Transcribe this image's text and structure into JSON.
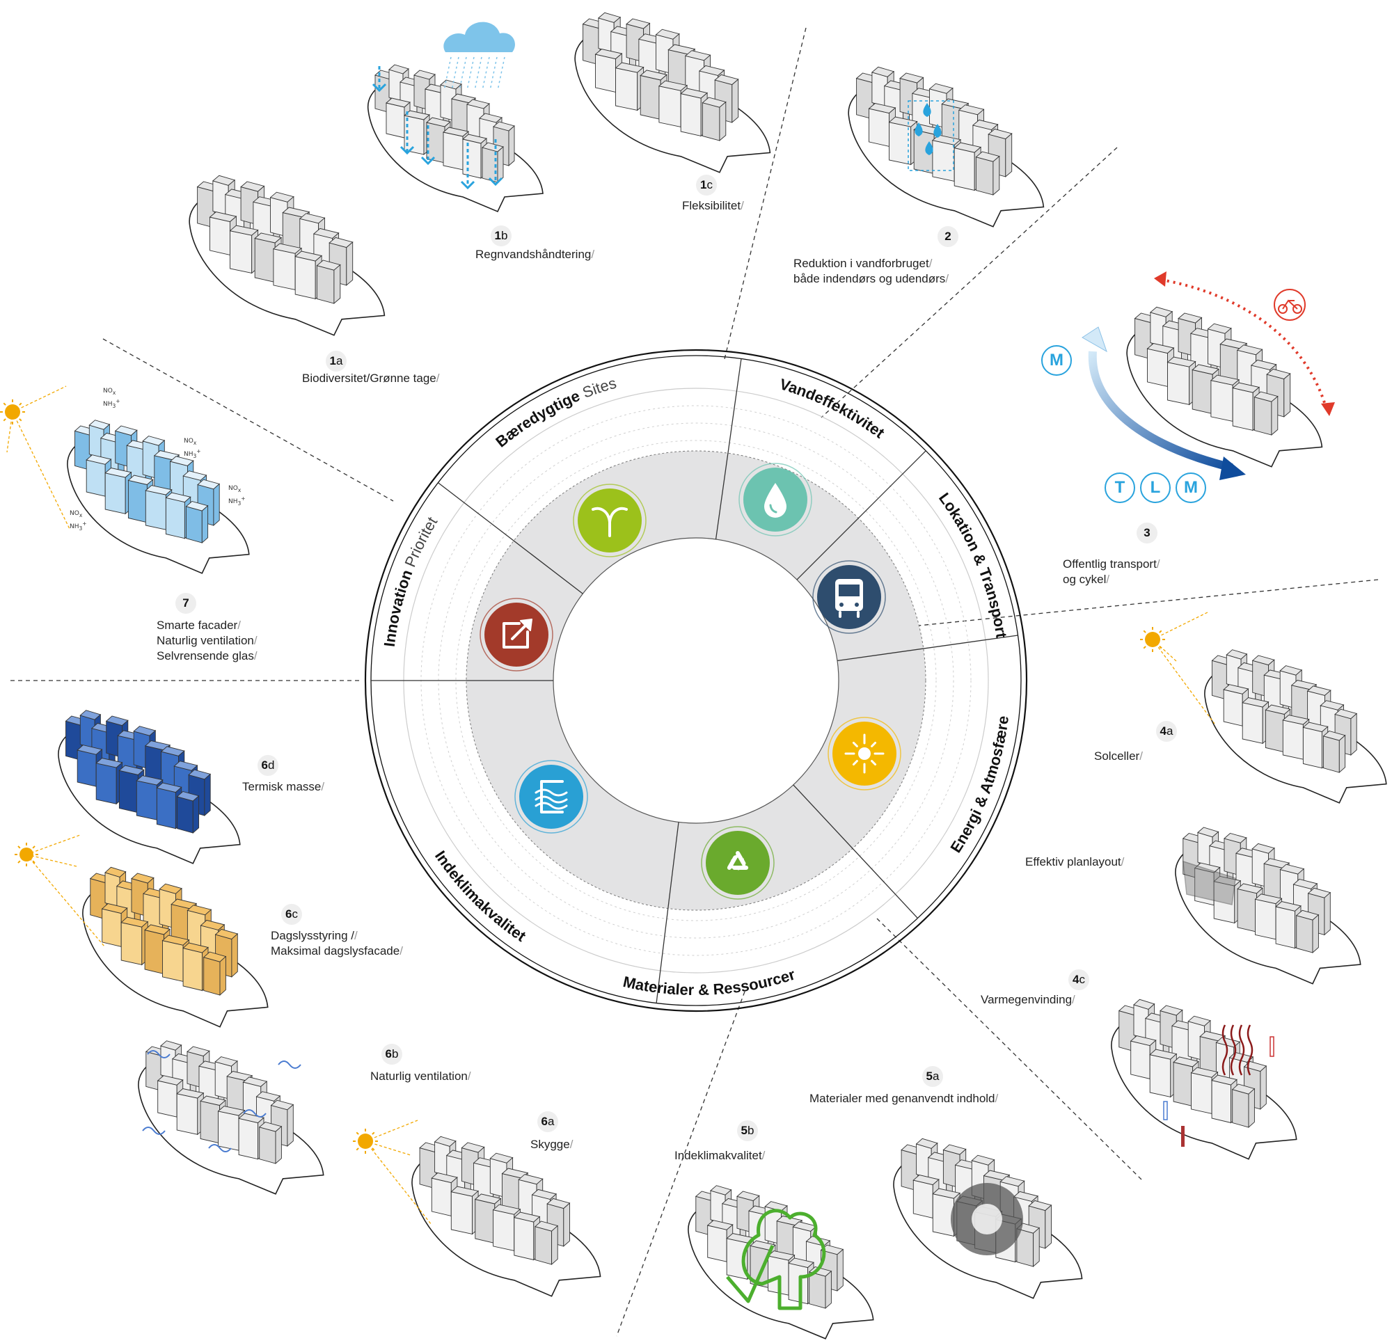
{
  "ring": {
    "categories": [
      {
        "id": "sites",
        "label": "Bæredygtige",
        "label_light": "Sites",
        "color": "#9cc11b",
        "icon": "sprout-icon"
      },
      {
        "id": "water",
        "label": "Vandeffektivitet",
        "label_light": "",
        "color": "#6cc3b0",
        "icon": "water-drop-icon"
      },
      {
        "id": "transport",
        "label": "Lokation & Transport",
        "label_light": "",
        "color": "#2e4d6e",
        "icon": "bus-icon"
      },
      {
        "id": "energy",
        "label": "Energi & Atmosfære",
        "label_light": "",
        "color": "#f4b800",
        "icon": "sun-icon"
      },
      {
        "id": "materials",
        "label": "Materialer & Ressourcer",
        "label_light": "",
        "color": "#6aaa2d",
        "icon": "recycle-icon"
      },
      {
        "id": "indoor",
        "label": "Indeklimakvalitet",
        "label_light": "",
        "color": "#29a0d4",
        "icon": "ventilation-icon"
      },
      {
        "id": "innovation",
        "label": "Innovation",
        "label_light": "Prioritet",
        "color": "#a33a2a",
        "icon": "external-link-icon"
      }
    ]
  },
  "items": [
    {
      "id": "1a",
      "num": "1",
      "suffix": "a",
      "lines": [
        "Biodiversitet/Grønne tage"
      ]
    },
    {
      "id": "1b",
      "num": "1",
      "suffix": "b",
      "lines": [
        "Regnvandshåndtering"
      ]
    },
    {
      "id": "1c",
      "num": "1",
      "suffix": "c",
      "lines": [
        "Fleksibilitet"
      ]
    },
    {
      "id": "2",
      "num": "2",
      "suffix": "",
      "lines": [
        "Reduktion i vandforbruget",
        "både indendørs og udendørs"
      ]
    },
    {
      "id": "3",
      "num": "3",
      "suffix": "",
      "lines": [
        "Offentlig transport",
        "og cykel"
      ]
    },
    {
      "id": "4a",
      "num": "4",
      "suffix": "a",
      "lines": [
        "Solceller"
      ]
    },
    {
      "id": "4b",
      "num": "",
      "suffix": "",
      "lines": [
        "Effektiv planlayout"
      ]
    },
    {
      "id": "4c",
      "num": "4",
      "suffix": "c",
      "lines": [
        "Varmegenvinding"
      ]
    },
    {
      "id": "5a",
      "num": "5",
      "suffix": "a",
      "lines": [
        "Materialer med genanvendt indhold"
      ]
    },
    {
      "id": "5b",
      "num": "5",
      "suffix": "b",
      "lines": [
        "Indeklimakvalitet"
      ]
    },
    {
      "id": "6a",
      "num": "6",
      "suffix": "a",
      "lines": [
        "Skygge"
      ]
    },
    {
      "id": "6b",
      "num": "6",
      "suffix": "b",
      "lines": [
        "Naturlig ventilation"
      ]
    },
    {
      "id": "6c",
      "num": "6",
      "suffix": "c",
      "lines": [
        "Dagslysstyring /",
        "Maksimal dagslysfacade"
      ]
    },
    {
      "id": "6d",
      "num": "6",
      "suffix": "d",
      "lines": [
        "Termisk masse"
      ]
    },
    {
      "id": "7",
      "num": "7",
      "suffix": "",
      "lines": [
        "Smarte facader",
        "Naturlig ventilation",
        "Selvrensende glas"
      ]
    }
  ],
  "transport_badges": {
    "metro_top": "M",
    "bus_lines": [
      "T",
      "L",
      "M"
    ]
  },
  "chem_labels": {
    "no": "NO",
    "no_sub": "x",
    "nh": "NH",
    "nh_sub": "3",
    "nh_sup": "+"
  },
  "colors": {
    "accent_blue": "#29a3dd",
    "sun": "#f2a800",
    "bike_red": "#e03a2a",
    "recycle_green": "#4caf2e",
    "thermal_blue": "#2a5db0",
    "daylight_yellow": "#f3c26a"
  }
}
